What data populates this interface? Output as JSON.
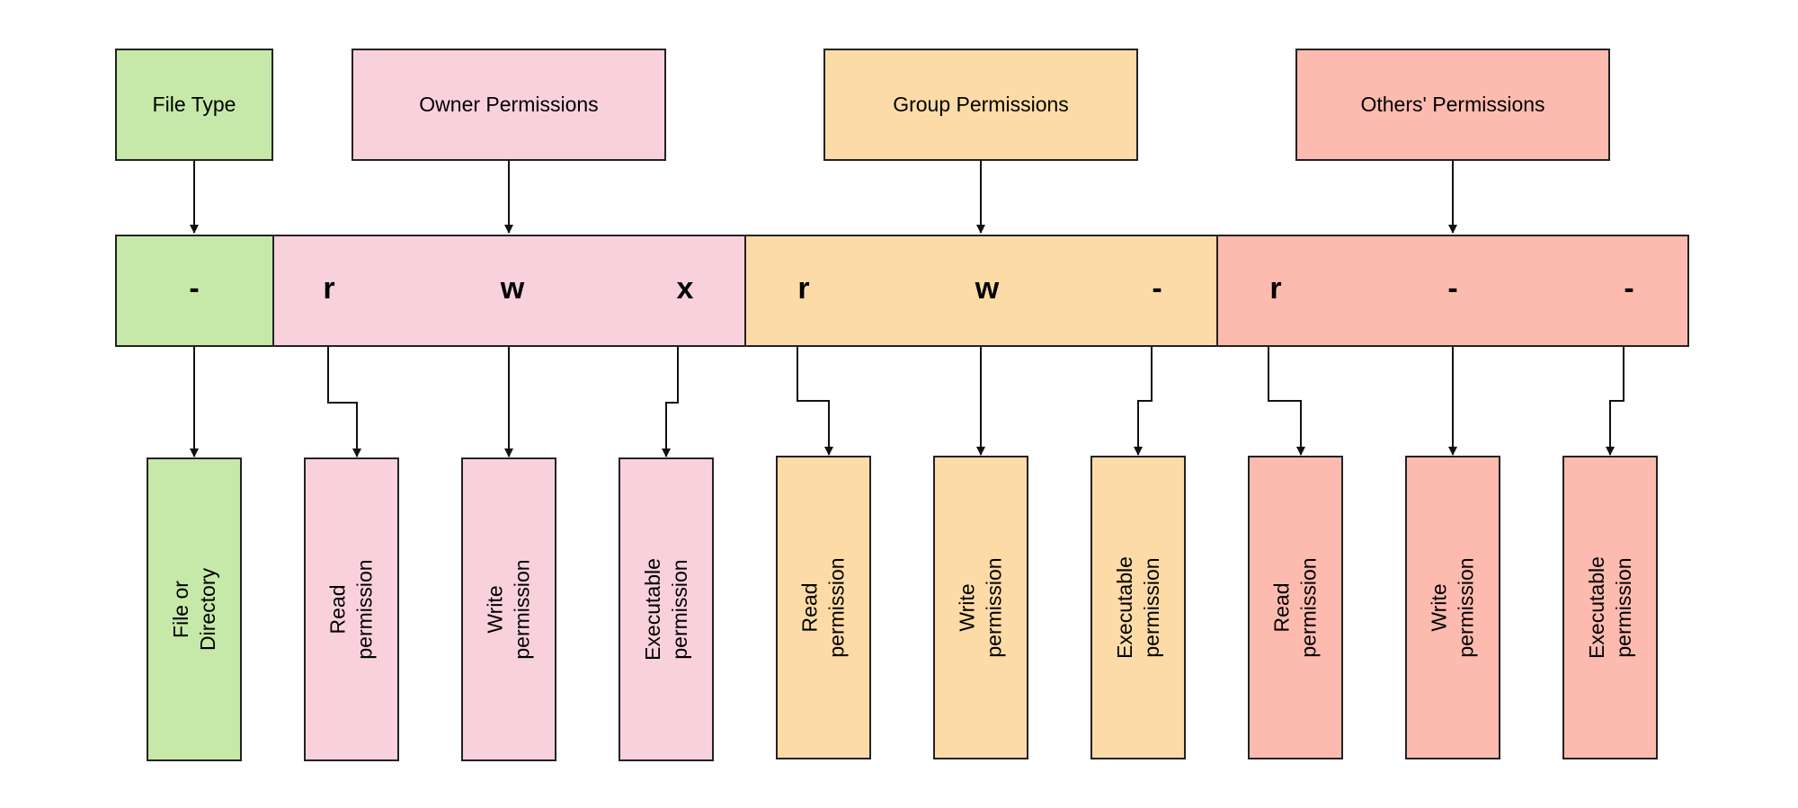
{
  "colors": {
    "file_type": "#c6e8a9",
    "owner": "#f9d1dc",
    "group": "#fddba6",
    "others": "#fdbbb0",
    "border": "#222222"
  },
  "headers": {
    "file_type": "File Type",
    "owner": "Owner Permissions",
    "group": "Group Permissions",
    "others": "Others' Permissions"
  },
  "permission_string": {
    "file_type": "-",
    "owner": [
      "r",
      "w",
      "x"
    ],
    "group": [
      "r",
      "w",
      "-"
    ],
    "others": [
      "r",
      "-",
      "-"
    ]
  },
  "descriptions": {
    "file_type": "File or\nDirectory",
    "owner": [
      "Read\npermission",
      "Write\npermission",
      "Executable\npermission"
    ],
    "group": [
      "Read\npermission",
      "Write\npermission",
      "Executable\npermission"
    ],
    "others": [
      "Read\npermission",
      "Write\npermission",
      "Executable\npermission"
    ]
  }
}
